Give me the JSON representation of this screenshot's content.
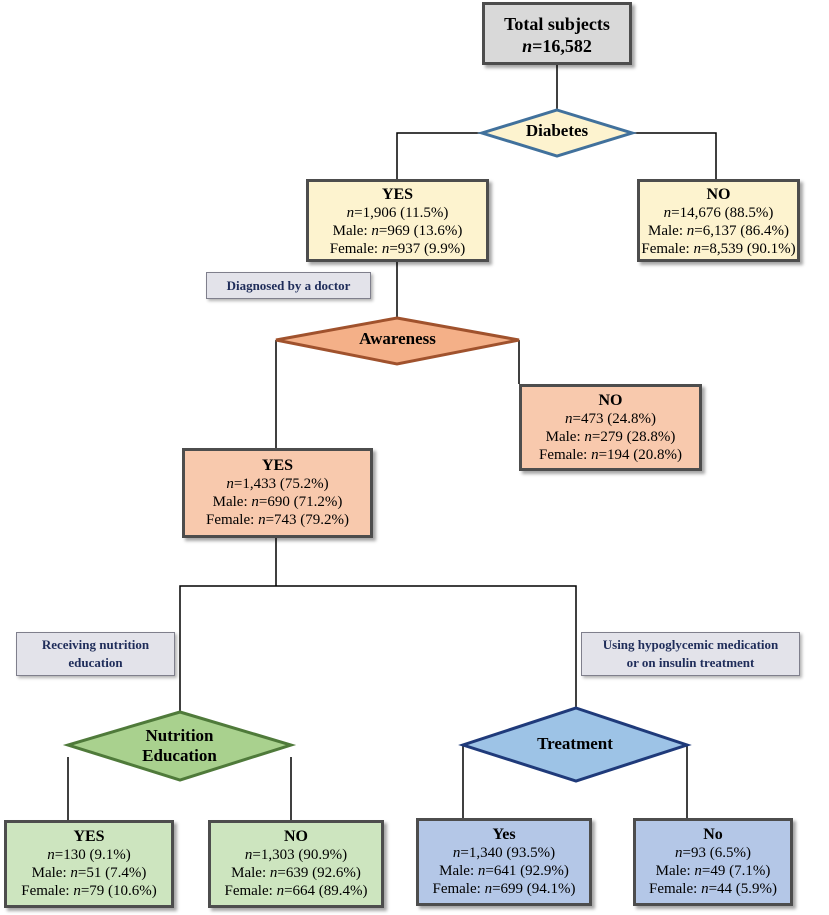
{
  "root": {
    "title": "Total subjects",
    "n_prefix": "n",
    "n_value": "=16,582"
  },
  "diabetes": {
    "label": "Diabetes",
    "yes": {
      "head": "YES",
      "total": "=1,906 (11.5%)",
      "male_pre": "Male: ",
      "male": "=969 (13.6%)",
      "female_pre": "Female: ",
      "female": "=937 (9.9%)"
    },
    "no": {
      "head": "NO",
      "total": "=14,676 (88.5%)",
      "male_pre": "Male: ",
      "male": "=6,137 (86.4%)",
      "female_pre": "Female: ",
      "female": "=8,539 (90.1%)"
    }
  },
  "diagnosed_tag": "Diagnosed by a doctor",
  "awareness": {
    "label": "Awareness",
    "no": {
      "head": "NO",
      "total": "=473 (24.8%)",
      "male_pre": "Male: ",
      "male": "=279 (28.8%)",
      "female_pre": "Female: ",
      "female": "=194 (20.8%)"
    },
    "yes": {
      "head": "YES",
      "total": "=1,433 (75.2%)",
      "male_pre": "Male: ",
      "male": "=690 (71.2%)",
      "female_pre": "Female: ",
      "female": "=743 (79.2%)"
    }
  },
  "nutrition_tag": {
    "line1": "Receiving nutrition",
    "line2": "education"
  },
  "treatment_tag": {
    "line1": "Using hypoglycemic medication",
    "line2": "or on insulin treatment"
  },
  "nutrition": {
    "label1": "Nutrition",
    "label2": "Education",
    "yes": {
      "head": "YES",
      "total": "=130 (9.1%)",
      "male_pre": "Male: ",
      "male": "=51 (7.4%)",
      "female_pre": "Female: ",
      "female": "=79 (10.6%)"
    },
    "no": {
      "head": "NO",
      "total": "=1,303 (90.9%)",
      "male_pre": "Male: ",
      "male": "=639 (92.6%)",
      "female_pre": "Female: ",
      "female": "=664 (89.4%)"
    }
  },
  "treatment": {
    "label": "Treatment",
    "yes": {
      "head": "Yes",
      "total": "=1,340 (93.5%)",
      "male_pre": "Male: ",
      "male": "=641 (92.9%)",
      "female_pre": "Female: ",
      "female": "=699 (94.1%)"
    },
    "no": {
      "head": "No",
      "total": "=93 (6.5%)",
      "male_pre": "Male: ",
      "male": "=49 (7.1%)",
      "female_pre": "Female: ",
      "female": "=44 (5.9%)"
    }
  },
  "colors": {
    "yellow_fill": "#fdf3cf",
    "orange_fill": "#f8c9ad",
    "orange_diamond": "#f4b088",
    "orange_border": "#a0522d",
    "green_fill": "#cde5bf",
    "green_diamond": "#a9d18e",
    "green_border": "#4f7a3a",
    "blue_fill": "#b4c7e7",
    "blue_diamond": "#9dc3e6",
    "blue_border": "#1f3a7a",
    "diabetes_border": "#41719c",
    "root_fill": "#d9d9d9"
  }
}
